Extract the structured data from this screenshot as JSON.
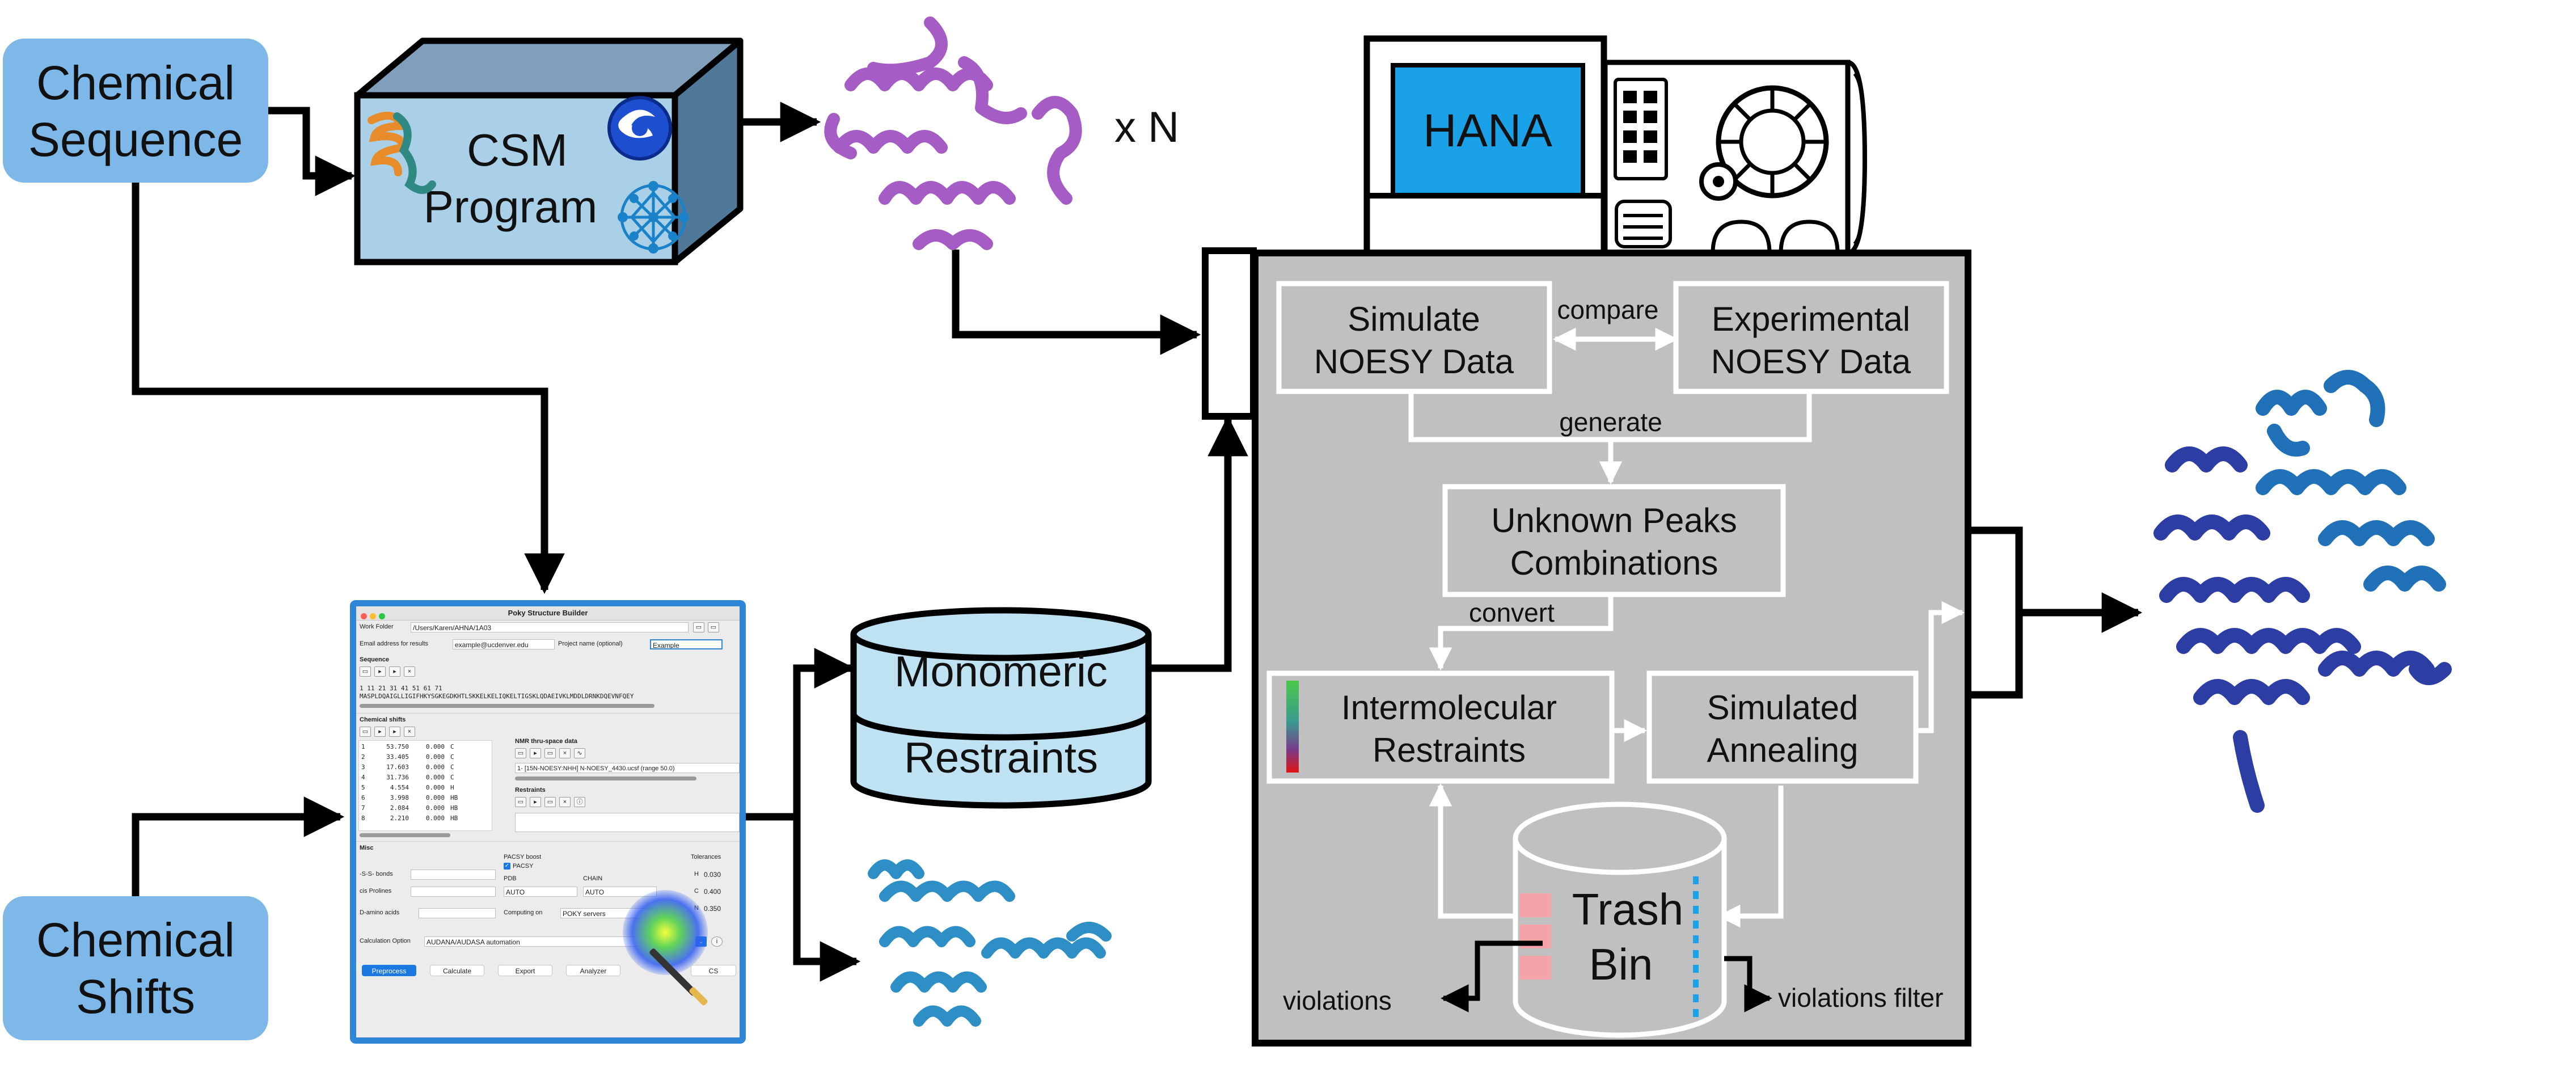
{
  "labels": {
    "chemical_sequence": [
      "Chemical",
      "Sequence"
    ],
    "chemical_shifts": [
      "Chemical",
      "Shifts"
    ],
    "csm_program": [
      "CSM",
      "Program"
    ],
    "x_n": "x N",
    "hana": "HANA",
    "monomeric_restraints": [
      "Monomeric",
      "Restraints"
    ],
    "simulate_noesy": [
      "Simulate",
      "NOESY Data"
    ],
    "experimental_noesy": [
      "Experimental",
      "NOESY Data"
    ],
    "compare": "compare",
    "generate": "generate",
    "unknown_peaks": [
      "Unknown Peaks",
      "Combinations"
    ],
    "convert": "convert",
    "intermolecular_restraints": [
      "Intermolecular",
      "Restraints"
    ],
    "simulated_annealing": [
      "Simulated",
      "Annealing"
    ],
    "trash_bin": [
      "Trash",
      "Bin"
    ],
    "violations": "violations",
    "violations_filter": "violations filter"
  },
  "poky": {
    "title": "Poky Structure Builder",
    "work_folder_label": "Work Folder",
    "work_folder_value": "/Users/Karen/AHNA/1A03",
    "email_label": "Email address for results",
    "email_value": "example@ucdenver.edu",
    "project_label": "Project name (optional)",
    "project_value": "Example",
    "sequence_label": "Sequence",
    "sequence_ruler": "1         11        21        31        41        51        61        71",
    "sequence_value": "MASPLDQAIGLLIGIFHKYSGKEGDKHTLSKKELKELIQKELTIGSKLQDAEIVKLMDDLDRNKDQEVNFQEY",
    "chem_shifts_label": "Chemical shifts",
    "chem_shift_rows": [
      [
        "1",
        "53.750",
        "0.000",
        "C"
      ],
      [
        "2",
        "33.405",
        "0.000",
        "C"
      ],
      [
        "3",
        "17.603",
        "0.000",
        "C"
      ],
      [
        "4",
        "31.736",
        "0.000",
        "C"
      ],
      [
        "5",
        "4.554",
        "0.000",
        "H"
      ],
      [
        "6",
        "3.998",
        "0.000",
        "HB"
      ],
      [
        "7",
        "2.084",
        "0.000",
        "HB"
      ],
      [
        "8",
        "2.210",
        "0.000",
        "HB"
      ]
    ],
    "nmr_label": "NMR thru-space data",
    "nmr_value": "1- [15N-NOESY:NHH] N-NOESY_4430.ucsf  (range 50.0)",
    "restraints_label": "Restraints",
    "misc_label": "Misc",
    "ss_bonds_label": "-S-S- bonds",
    "cis_prolines_label": "cis Prolines",
    "d_amino_label": "D-amino acids",
    "pacsy_boost_label": "PACSY boost",
    "pacsy_label": "PACSY",
    "pdb_label": "PDB",
    "pdb_value": "AUTO",
    "chain_label": "CHAIN",
    "chain_value": "AUTO",
    "computing_label": "Computing on",
    "computing_value": "POKY servers",
    "tolerances_label": "Tolerances",
    "tol_h_label": "H",
    "tol_h_value": "0.030",
    "tol_c_label": "C",
    "tol_c_value": "0.400",
    "tol_n_label": "N",
    "tol_n_value": "0.350",
    "calc_option_label": "Calculation Option",
    "calc_option_value": "AUDANA/AUDASA automation",
    "buttons": [
      "Preprocess",
      "Calculate",
      "Export",
      "Analyzer",
      "CS"
    ]
  },
  "colors": {
    "label_box": "#7db8e8",
    "csm_box": "#a9d0e6",
    "hana_screen": "#1aa1e8",
    "panel_gray": "#c0c0c0",
    "monomeric": "#bfe2f2",
    "protein_purple": "#a55cc4",
    "protein_cyan": "#2e8fc6",
    "protein_navy": "#2c3ea3",
    "protein_blue": "#2071b8",
    "poky_border": "#2f86d6"
  }
}
